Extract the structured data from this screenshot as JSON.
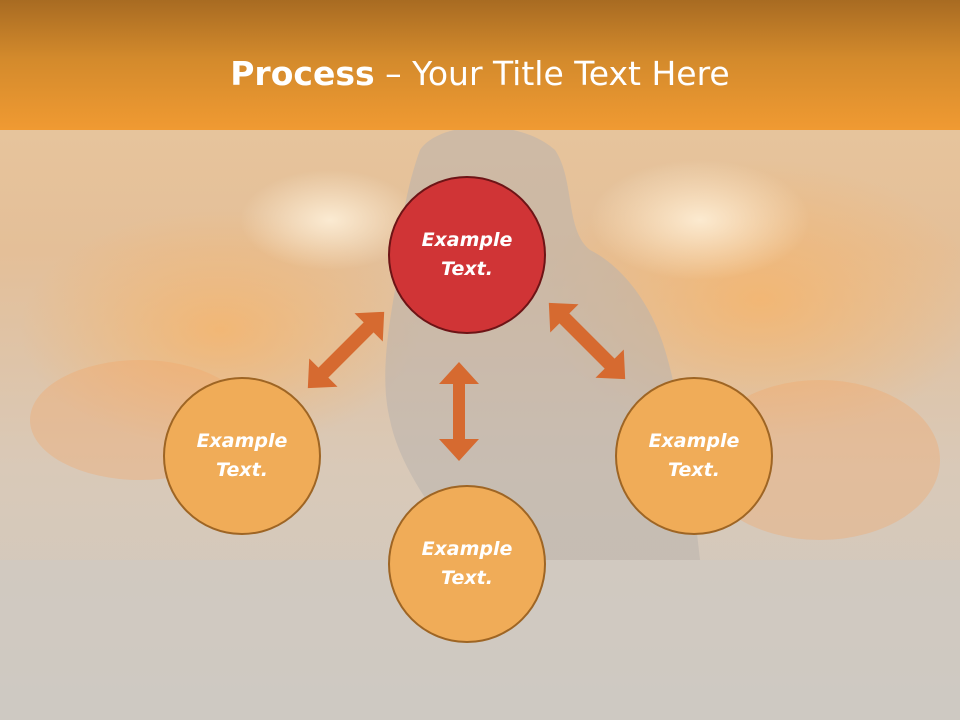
{
  "slide": {
    "title_strong": "Process",
    "title_rest": " – Your Title Text Here"
  },
  "nodes": {
    "top": "Example\nText.",
    "left": "Example\nText.",
    "right": "Example\nText.",
    "bottom": "Example\nText."
  },
  "colors": {
    "header": "#f09a32",
    "node_fill": "#f0ac58",
    "highlight_fill": "#d03436",
    "arrow": "#d66a30"
  },
  "icons": [
    "double-arrow-icon"
  ]
}
